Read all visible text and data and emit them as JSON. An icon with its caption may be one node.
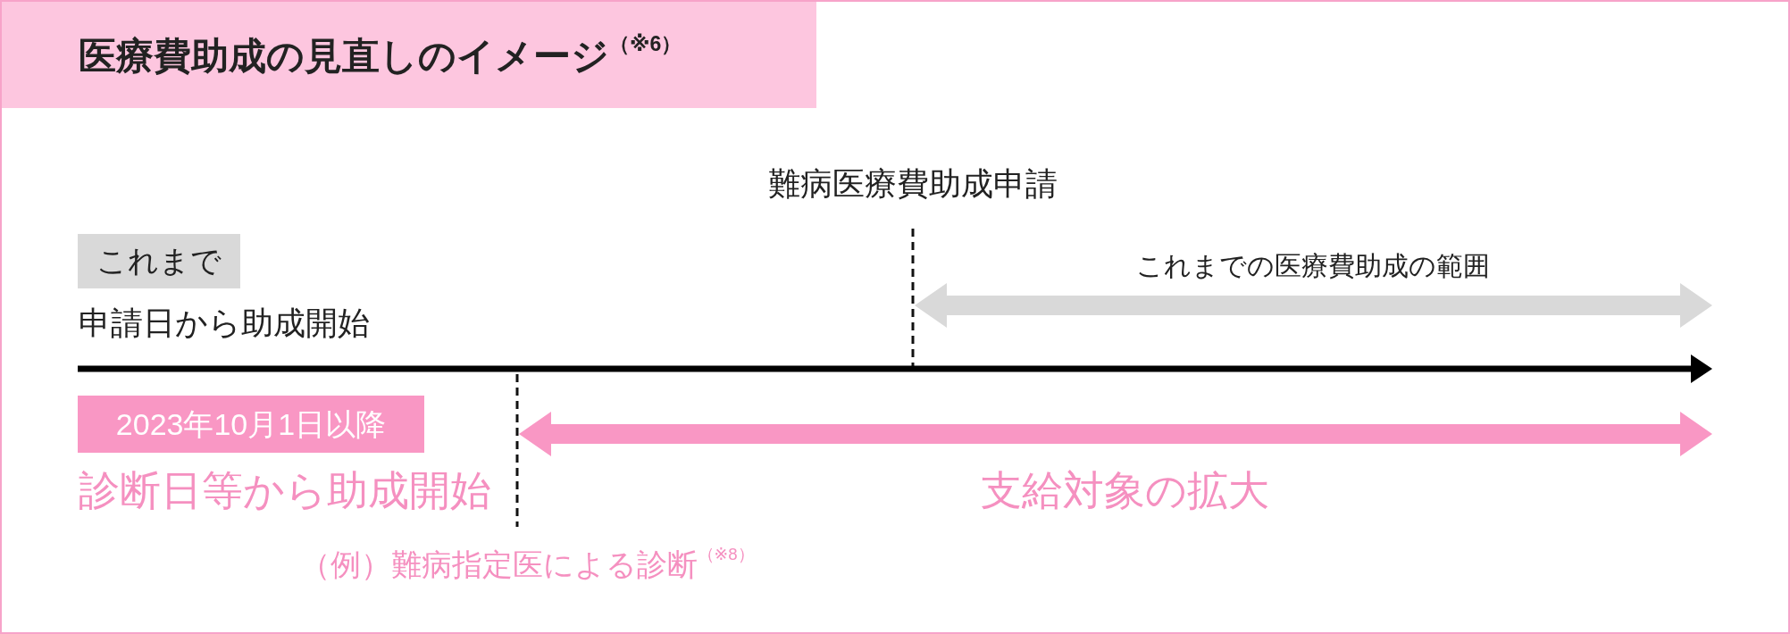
{
  "diagram": {
    "title": "医療費助成の見直しのイメージ$^{（※6）}$",
    "nodes": [
      {
        "text": [
          "これまで"
        ]
      },
      {
        "text": [
          "2023年10月1日以降"
        ]
      }
    ],
    "labels": [
      "難病医療費助成申請",
      "これまでの医療費助成の範囲",
      "申請日から助成開始",
      "診断日等から助成開始",
      "支給対象の拡大",
      "（例）難病指定医による診断$^{（※8）}$"
    ]
  }
}
